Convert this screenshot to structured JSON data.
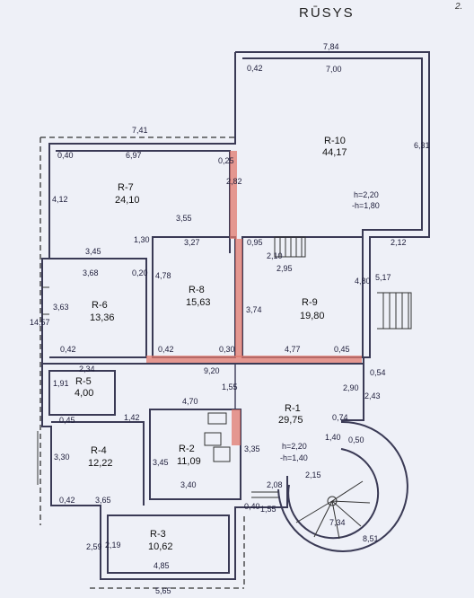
{
  "title": "RŪSYS",
  "page_number": "2.",
  "rooms": [
    {
      "code": "R-10",
      "area": "44,17"
    },
    {
      "code": "R-7",
      "area": "24,10"
    },
    {
      "code": "R-8",
      "area": "15,63"
    },
    {
      "code": "R-9",
      "area": "19,80"
    },
    {
      "code": "R-6",
      "area": "13,36"
    },
    {
      "code": "R-5",
      "area": "4,00"
    },
    {
      "code": "R-1",
      "area": "29,75"
    },
    {
      "code": "R-4",
      "area": "12,22"
    },
    {
      "code": "R-2",
      "area": "11,09"
    },
    {
      "code": "R-3",
      "area": "10,62"
    }
  ],
  "heights": {
    "r10_h": "h=2,20",
    "r10_neg": "-h=1,80",
    "r1_h": "h=2,20",
    "r1_neg": "-h=1,40"
  },
  "dimensions": [
    "7,84",
    "7,00",
    "0,42",
    "6,31",
    "2,12",
    "7,41",
    "0,40",
    "6,97",
    "0,25",
    "2,82",
    "4,12",
    "3,45",
    "3,55",
    "1,30",
    "3,27",
    "0,95",
    "2,10",
    "2,95",
    "4,78",
    "3,74",
    "4,80",
    "5,17",
    "3,68",
    "0,20",
    "3,63",
    "14,57",
    "0,42",
    "0,42",
    "0,30",
    "4,77",
    "0,45",
    "2,34",
    "1,91",
    "9,20",
    "1,55",
    "0,54",
    "2,90",
    "2,43",
    "0,74",
    "0,45",
    "1,42",
    "4,70",
    "3,30",
    "3,45",
    "3,35",
    "1,40",
    "0,50",
    "3,65",
    "0,42",
    "3,40",
    "2,08",
    "2,15",
    "0,40",
    "1,55",
    "7,34",
    "8,51",
    "2,59",
    "2,19",
    "4,85",
    "5,65"
  ]
}
